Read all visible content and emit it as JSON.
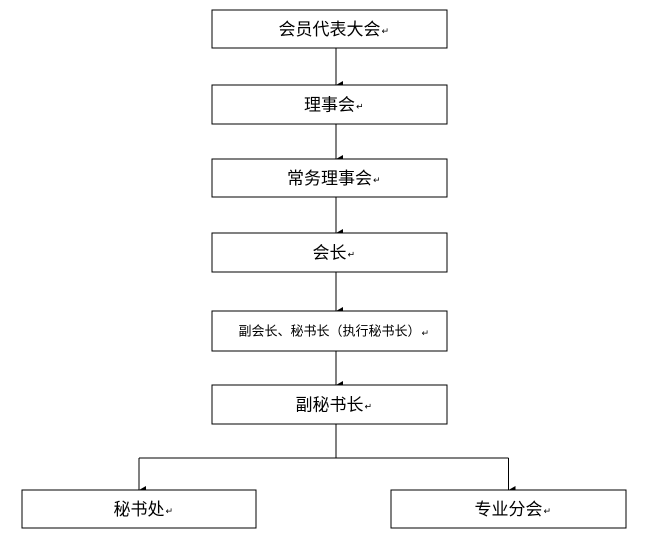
{
  "diagram": {
    "type": "org-chart",
    "paragraph_mark": "↵",
    "nodes": [
      {
        "id": "congress",
        "label": "会员代表大会"
      },
      {
        "id": "council",
        "label": "理事会"
      },
      {
        "id": "standing_council",
        "label": "常务理事会"
      },
      {
        "id": "president",
        "label": "会长"
      },
      {
        "id": "vice_president",
        "label": "副会长、秘书长（执行秘书长）"
      },
      {
        "id": "deputy_secretary",
        "label": "副秘书长"
      },
      {
        "id": "secretariat",
        "label": "秘书处"
      },
      {
        "id": "branches",
        "label": "专业分会"
      }
    ],
    "edges": [
      {
        "from": "congress",
        "to": "council"
      },
      {
        "from": "council",
        "to": "standing_council"
      },
      {
        "from": "standing_council",
        "to": "president"
      },
      {
        "from": "president",
        "to": "vice_president"
      },
      {
        "from": "vice_president",
        "to": "deputy_secretary"
      },
      {
        "from": "deputy_secretary",
        "to": "secretariat"
      },
      {
        "from": "deputy_secretary",
        "to": "branches"
      }
    ]
  }
}
